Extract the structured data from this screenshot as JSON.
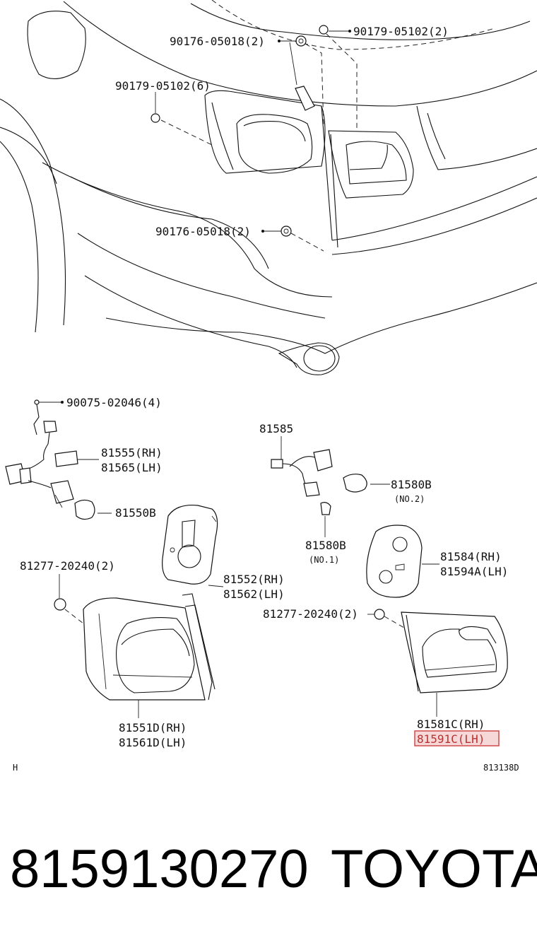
{
  "callouts": {
    "c01": "90176-05018(2)",
    "c02": "90179-05102(2)",
    "c03": "90179-05102(6)",
    "c04": "90176-05018(2)",
    "c05": "90075-02046(4)",
    "c06": "81555(RH)",
    "c07": "81565(LH)",
    "c08": "81550B",
    "c09": "81585",
    "c10": "81580B",
    "c11": "(NO.2)",
    "c12": "81580B",
    "c13": "(NO.1)",
    "c14": "81584(RH)",
    "c15": "81594A(LH)",
    "c16": "81277-20240(2)",
    "c17": "81552(RH)",
    "c18": "81562(LH)",
    "c19": "81277-20240(2)",
    "c20": "81551D(RH)",
    "c21": "81561D(LH)",
    "c22": "81581C(RH)",
    "c23": "81591C(LH)"
  },
  "diagram_corner_left": "H",
  "diagram_code": "813138D",
  "footer": {
    "part_number": "8159130270",
    "brand": "TOYOTA"
  },
  "colors": {
    "highlight_fill": "#f6d8d8",
    "highlight_border": "#d04a4a"
  }
}
